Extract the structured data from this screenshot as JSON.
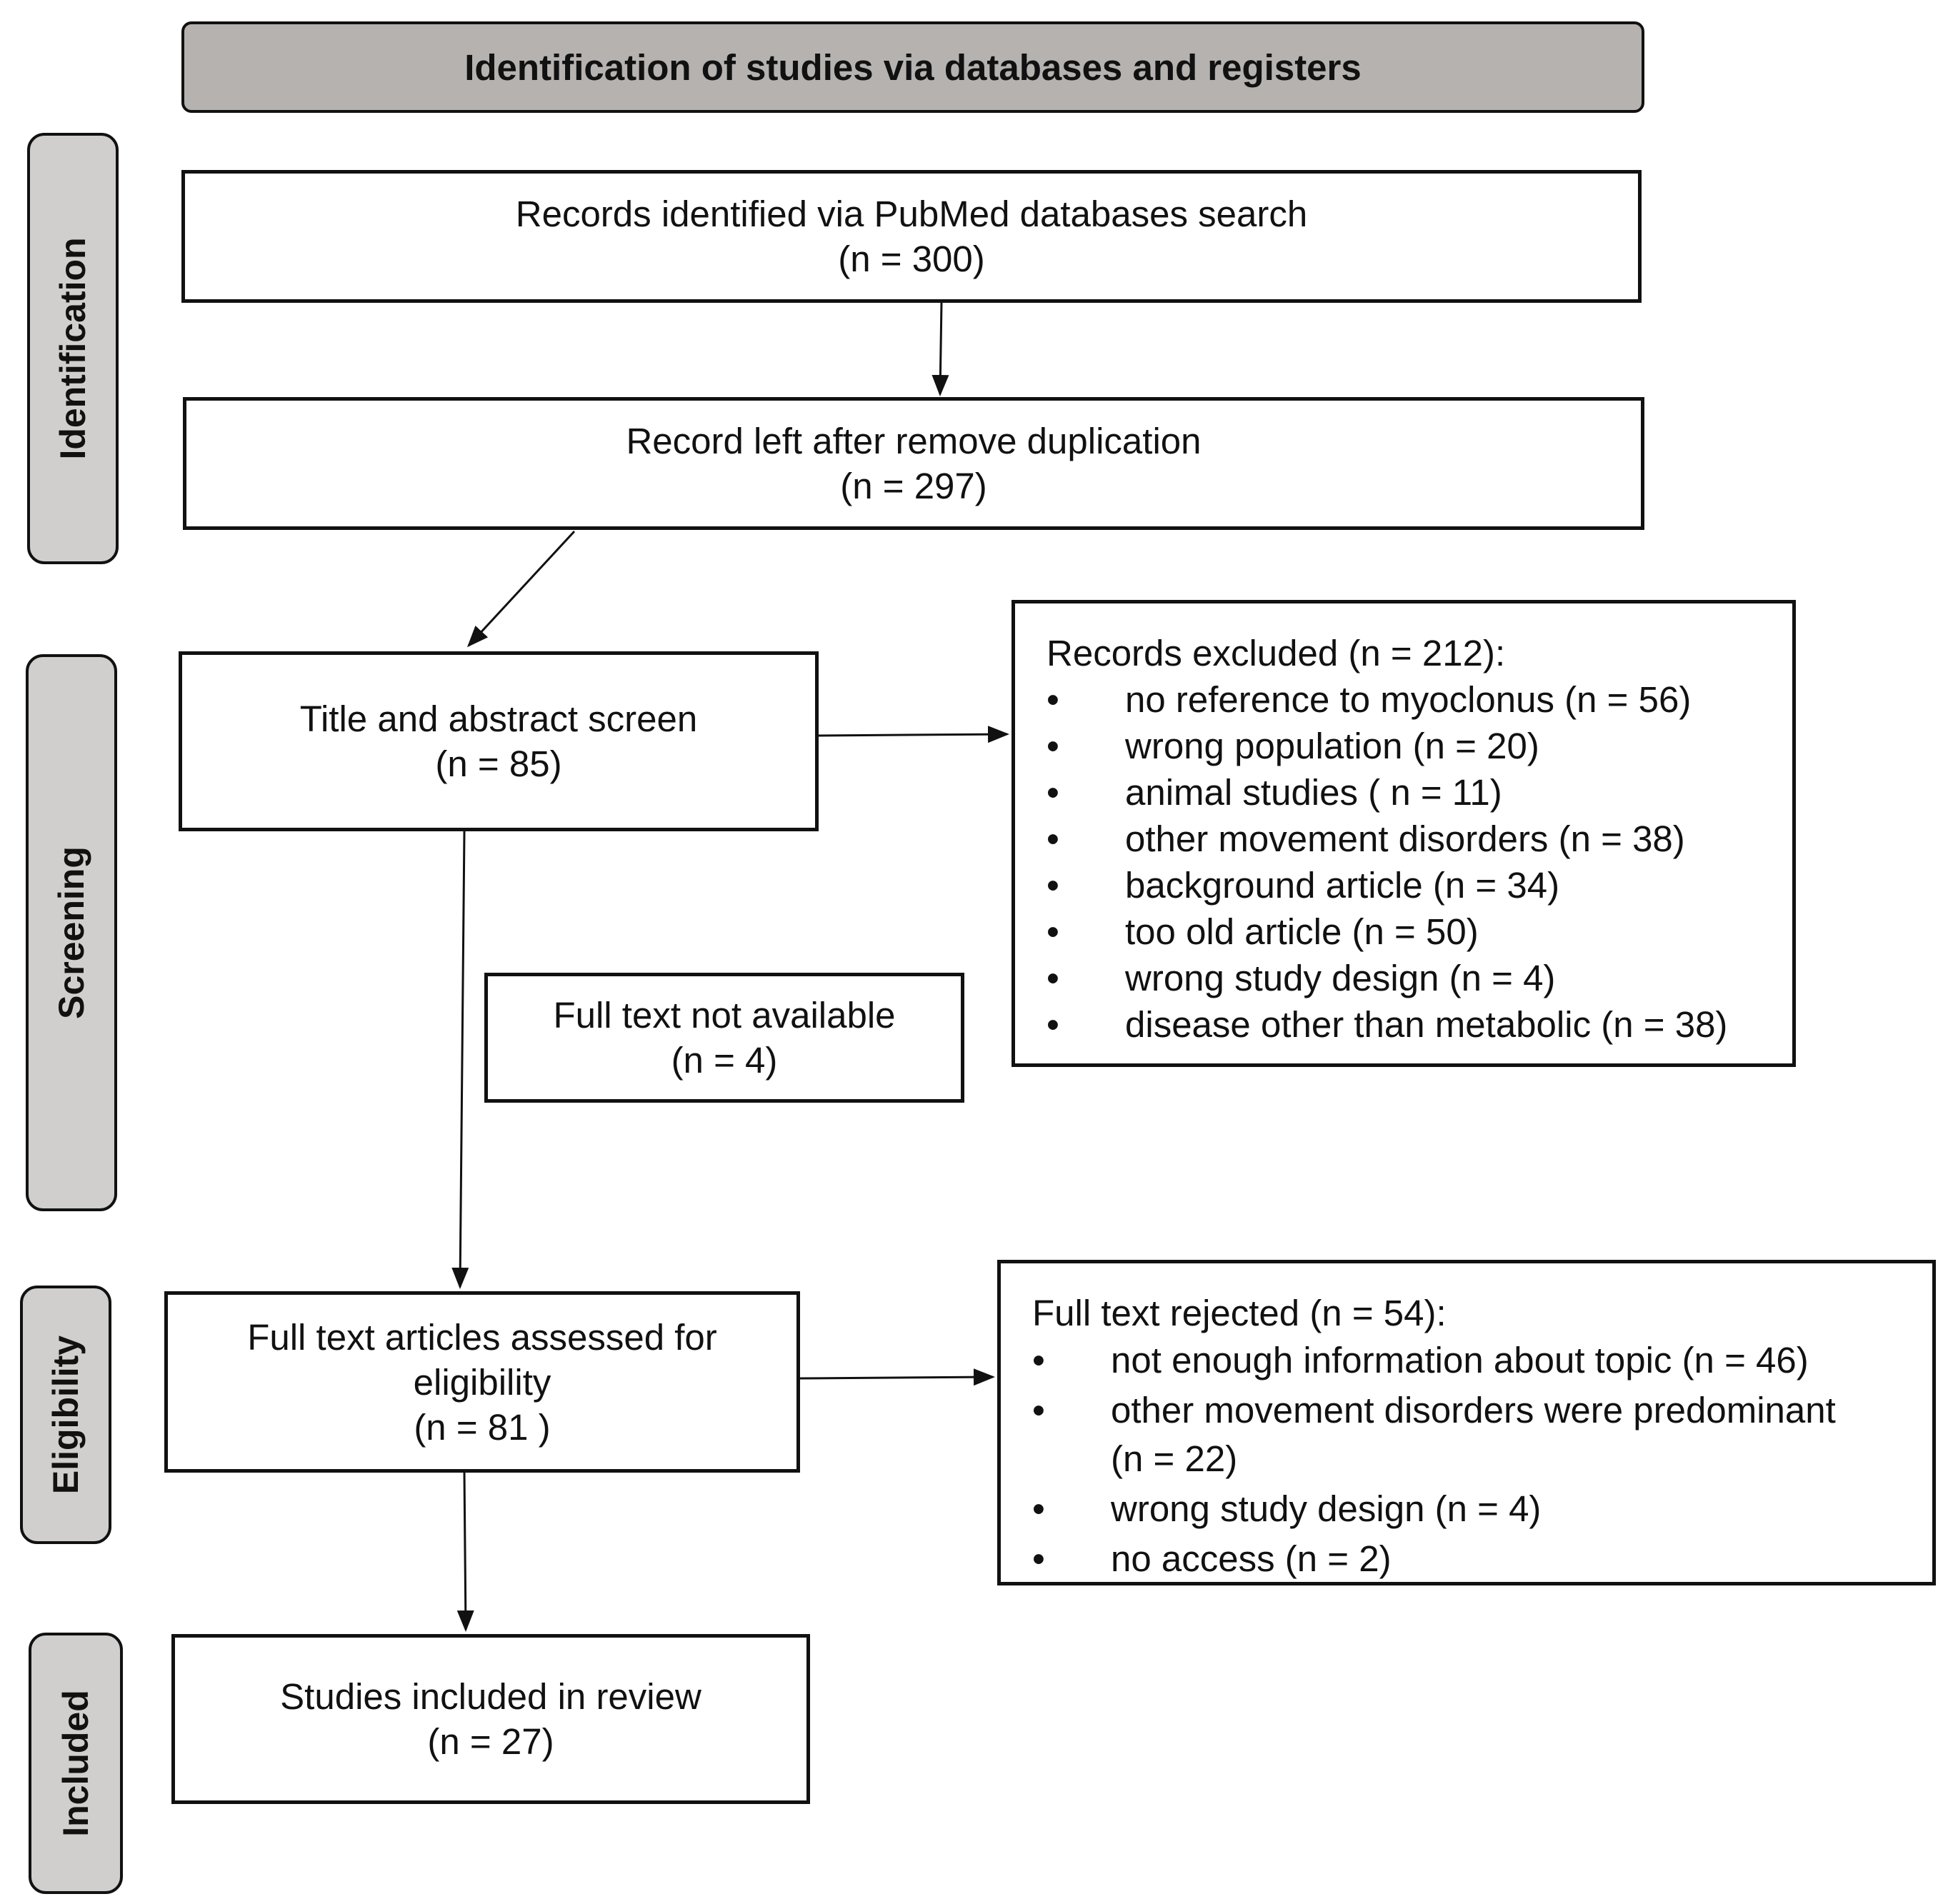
{
  "header": {
    "title": "Identification of studies via databases and registers"
  },
  "phases": {
    "identification": "Identification",
    "screening": "Screening",
    "eligibility": "Eligibility",
    "included": "Included"
  },
  "boxes": {
    "records_identified": {
      "label": "Records identified via PubMed databases search",
      "count": "(n = 300)"
    },
    "after_duplicates": {
      "label": "Record left after remove duplication",
      "count": "(n = 297)"
    },
    "title_abstract": {
      "label": "Title and abstract screen",
      "count": "(n = 85)"
    },
    "not_available": {
      "label": "Full text not available",
      "count": "(n = 4)"
    },
    "full_text_assessed": {
      "label_line1": "Full text articles assessed for",
      "label_line2": "eligibility",
      "count": "(n = 81 )"
    },
    "included": {
      "label": "Studies included in review",
      "count": "(n = 27)"
    }
  },
  "records_excluded": {
    "title": "Records excluded (n = 212):",
    "items": [
      "no reference to myoclonus (n = 56)",
      "wrong population (n = 20)",
      "animal studies ( n = 11)",
      "other movement disorders (n = 38)",
      "background article (n = 34)",
      "too old article (n = 50)",
      "wrong study design (n = 4)",
      "disease other than metabolic (n = 38)"
    ]
  },
  "full_text_rejected": {
    "title": "Full text rejected (n = 54):",
    "items": [
      "not enough information about topic (n = 46)",
      "other movement disorders were predominant",
      "wrong study design (n = 4)",
      "no access (n = 2)"
    ],
    "item_continuation": "(n = 22)"
  }
}
